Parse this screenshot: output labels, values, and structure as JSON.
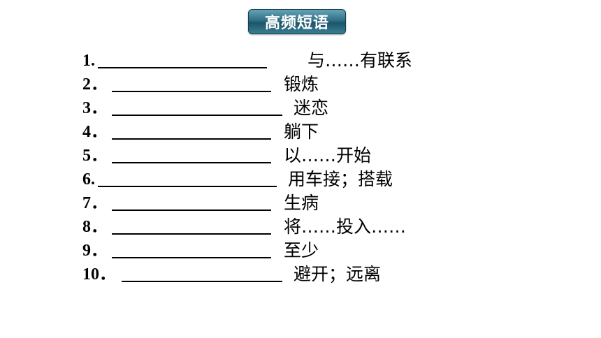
{
  "header": {
    "title": "高频短语"
  },
  "items": [
    {
      "number": "1.",
      "meaning": "与……有联系"
    },
    {
      "number": "2．",
      "meaning": "锻炼"
    },
    {
      "number": "3．",
      "meaning": "迷恋"
    },
    {
      "number": "4．",
      "meaning": "躺下"
    },
    {
      "number": "5．",
      "meaning": "以……开始"
    },
    {
      "number": "6.",
      "meaning": "用车接；搭载"
    },
    {
      "number": "7．",
      "meaning": "生病"
    },
    {
      "number": "8．",
      "meaning": "将……投入……"
    },
    {
      "number": "9．",
      "meaning": "至少"
    },
    {
      "number": "10．",
      "meaning": "避开；远离"
    }
  ],
  "colors": {
    "badge": "#2f6f86",
    "text": "#000000"
  }
}
